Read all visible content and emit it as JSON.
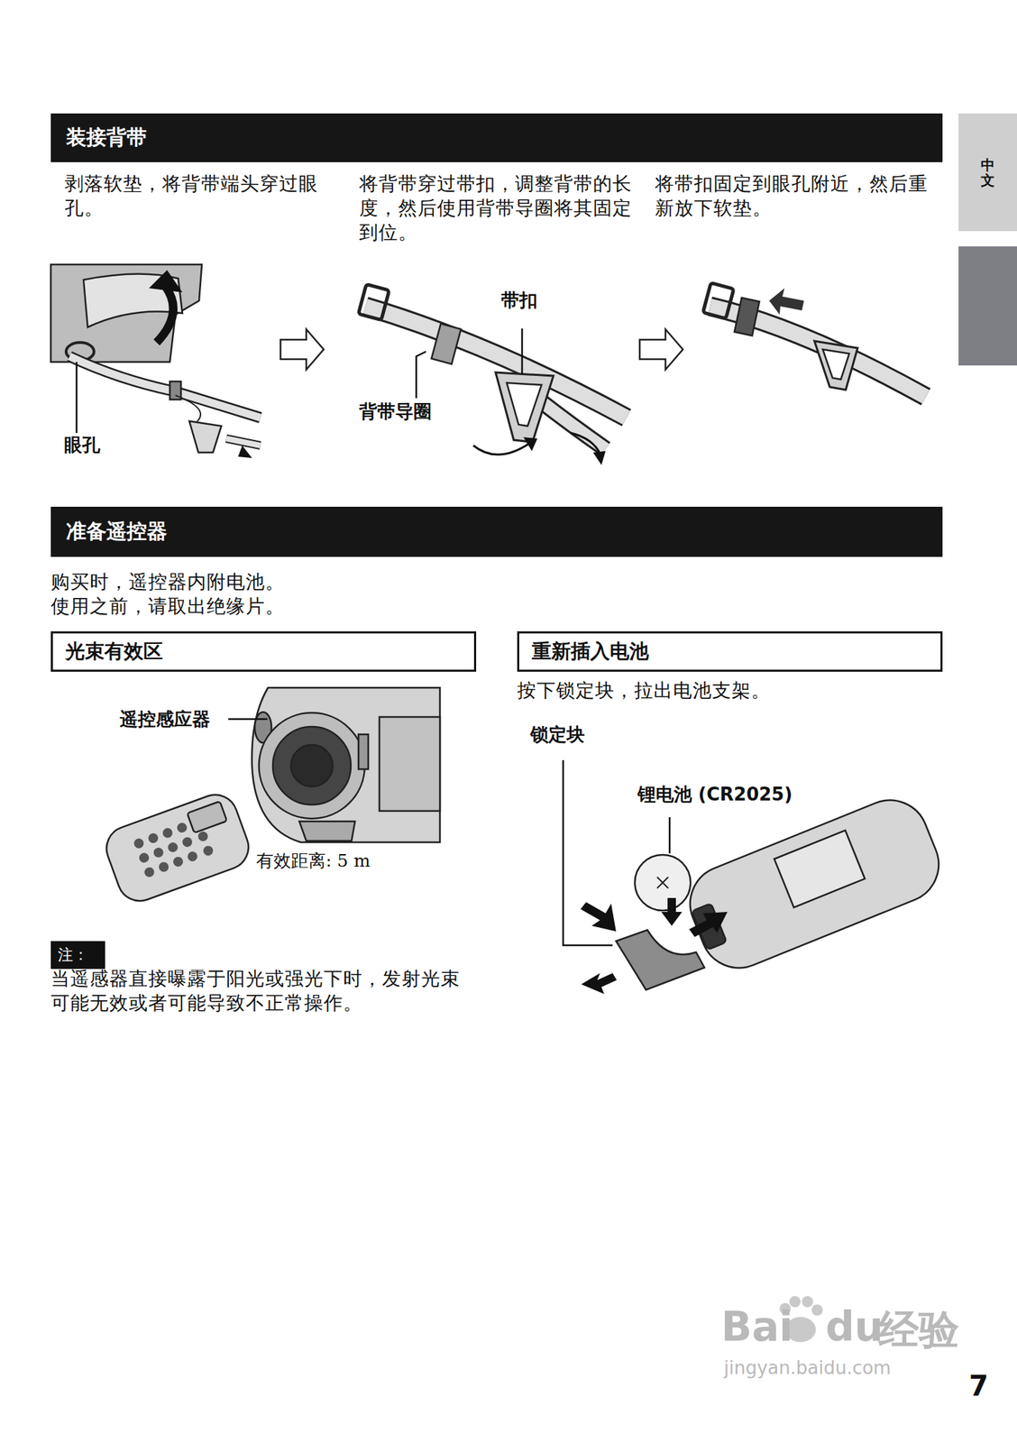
{
  "diagram": {
    "nodes": [
      {
        "text": [
          "中文"
        ]
      },
      {
        "text": [
          "装接背带"
        ]
      },
      {
        "text": [
          "准备遥控器"
        ]
      },
      {
        "text": [
          "光束有效区"
        ]
      },
      {
        "text": [
          "重新插入电池"
        ]
      },
      {
        "text": [
          "注："
        ]
      }
    ],
    "edges": [],
    "labels": [
      "剥落软垫，将背带端头穿过眼孔。",
      "将背带穿过带扣，调整背带的长度，然后使用背带导圈将其固定到位。",
      "将带扣固定到眼孔附近，然后重新放下软垫。",
      "眼孔",
      "带扣",
      "背带导圈",
      "购买时，遥控器内附电池。",
      "使用之前，请取出绝缘片。",
      "遥控感应器",
      "有效距离: 5 m",
      "当遥感器直接曝露于阳光或强光下时，发射光束可能无效或者可能导致不正常操作。",
      "按下锁定块，拉出电池支架。",
      "锁定块",
      "锂电池 (CR2025)",
      "7",
      "Bai",
      "du",
      "经验",
      "jingyan.baidu.com"
    ]
  }
}
